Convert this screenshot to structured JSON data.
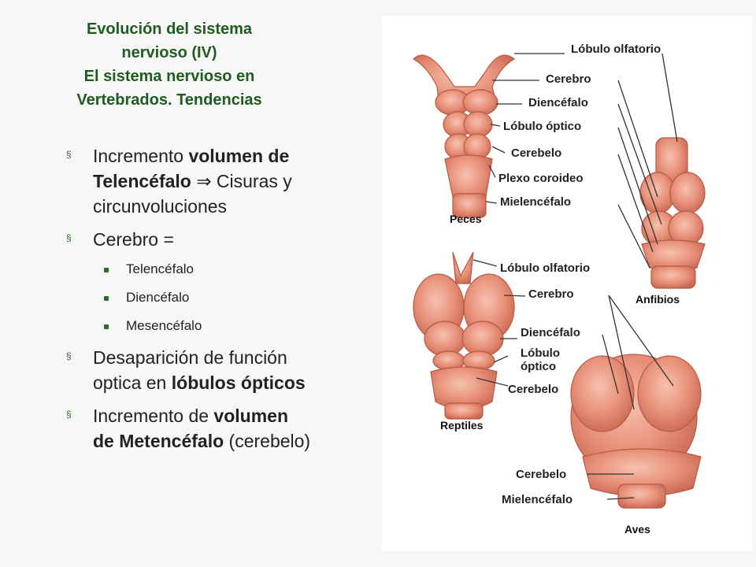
{
  "title": {
    "line1": "Evolución del sistema",
    "line2": "nervioso (IV)",
    "line3": "El sistema nervioso en",
    "line4": "Vertebrados. Tendencias"
  },
  "bullets": {
    "b1": {
      "pre": "Incremento ",
      "bold1": "volumen de",
      "bold2": "Telencéfalo",
      "arrow": "⇒",
      "post1": " Cisuras y",
      "post2": "circunvoluciones"
    },
    "b2": {
      "text": "Cerebro ="
    },
    "sub": [
      "Telencéfalo",
      "Diencéfalo",
      "Mesencéfalo"
    ],
    "b3": {
      "line1": "Desaparición de función",
      "pre2": "optica en ",
      "bold": "lóbulos ópticos"
    },
    "b4": {
      "pre": "Incremento de ",
      "bold1": "volumen",
      "bold2": "de Metencéfalo",
      "post": " (cerebelo)"
    },
    "marker": "§"
  },
  "figure": {
    "fish_labels": [
      "Lóbulo olfatorio",
      "Cerebro",
      "Diencéfalo",
      "Lóbulo óptico",
      "Cerebelo",
      "Plexo coroideo",
      "Mielencéfalo"
    ],
    "reptile_labels": [
      "Lóbulo olfatorio",
      "Cerebro",
      "Diencéfalo",
      "Lóbulo",
      "óptico",
      "Cerebelo"
    ],
    "bird_labels": [
      "Cerebelo",
      "Mielencéfalo"
    ],
    "captions": {
      "fish": "Peces",
      "amphibian": "Anfibios",
      "reptile": "Reptiles",
      "bird": "Aves"
    },
    "colors": {
      "tissue": "#e8917a",
      "tissue_dark": "#c9664f",
      "tissue_light": "#f4b9a6"
    }
  }
}
